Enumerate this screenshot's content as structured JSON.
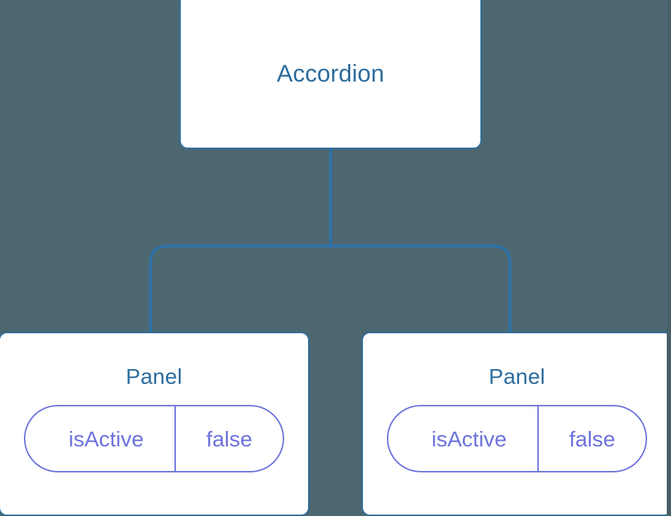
{
  "diagram": {
    "type": "component-tree",
    "background_color": "#4d6771",
    "node_border_color": "#2d6d9e",
    "node_text_color": "#2d6d9e",
    "edge_color": "#2d72a8",
    "prop_color": "#6c73dc",
    "root": {
      "label": "Accordion"
    },
    "children": [
      {
        "label": "Panel",
        "props": [
          {
            "key": "isActive",
            "value": "false"
          }
        ]
      },
      {
        "label": "Panel",
        "props": [
          {
            "key": "isActive",
            "value": "false"
          }
        ]
      }
    ]
  }
}
